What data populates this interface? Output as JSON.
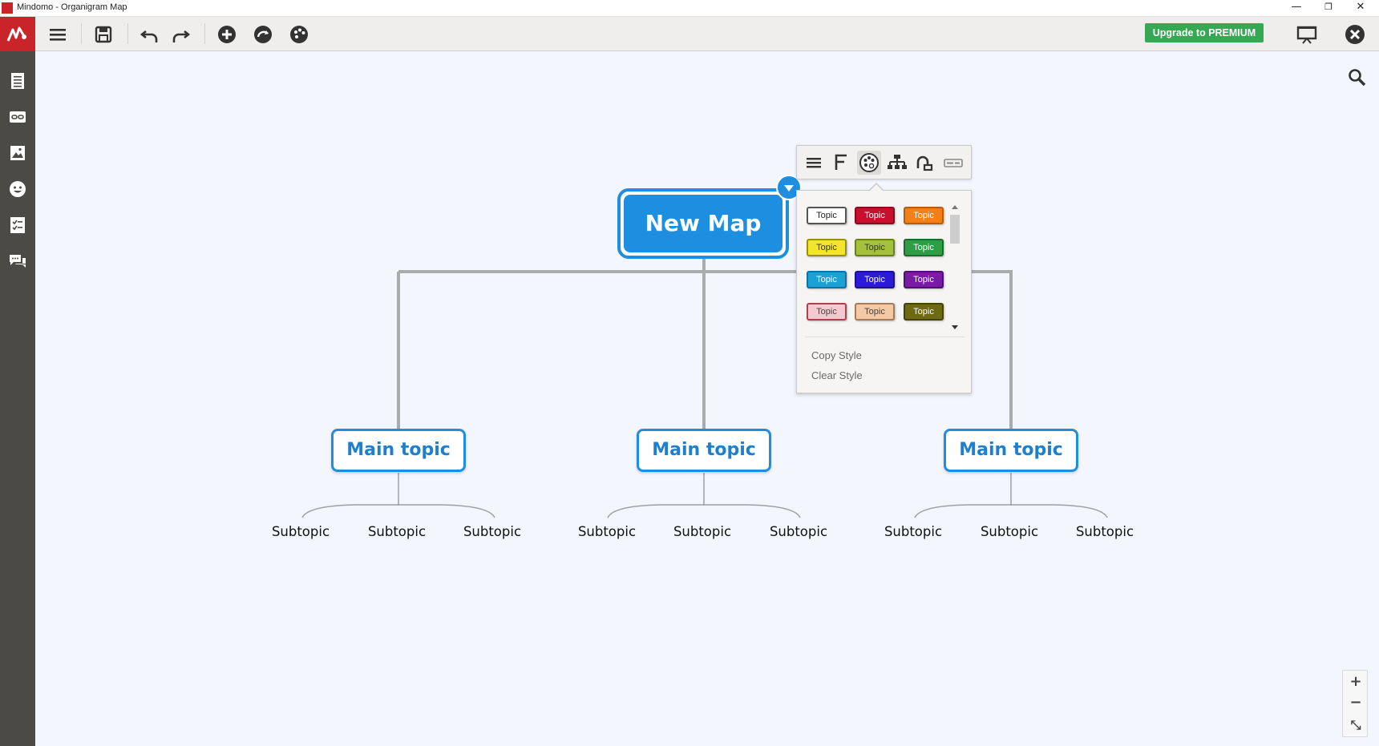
{
  "window": {
    "title": "Mindomo - Organigram Map",
    "minimize_glyph": "—",
    "restore_glyph": "❐",
    "close_glyph": "✕"
  },
  "toolbar": {
    "upgrade_label": "Upgrade to PREMIUM",
    "icons": [
      "app-logo-icon",
      "menu-icon",
      "save-icon",
      "undo-icon",
      "redo-icon",
      "add-topic-icon",
      "add-relationship-icon",
      "theme-icon",
      "presentation-icon",
      "close-map-icon"
    ],
    "accent_color": "#c8242a",
    "upgrade_color": "#36a853"
  },
  "sidebar": {
    "icons": [
      "notes-icon",
      "link-icon",
      "image-icon",
      "emoji-icon",
      "task-icon",
      "comments-icon"
    ]
  },
  "map": {
    "root": {
      "label": "New Map",
      "color": "#1e8fe0"
    },
    "main_topics": [
      {
        "label": "Main topic",
        "subtopics": [
          "Subtopic",
          "Subtopic",
          "Subtopic"
        ]
      },
      {
        "label": "Main topic",
        "subtopics": [
          "Subtopic",
          "Subtopic",
          "Subtopic"
        ]
      },
      {
        "label": "Main topic",
        "subtopics": [
          "Subtopic",
          "Subtopic",
          "Subtopic"
        ]
      }
    ]
  },
  "style_popup": {
    "tabs": [
      "format-list-icon",
      "font-icon",
      "palette-icon",
      "layout-icon",
      "connector-icon",
      "shape-icon"
    ],
    "active_tab": "palette-icon",
    "swatches": [
      {
        "label": "Topic",
        "bg": "#ffffff",
        "fg": "#222222",
        "border": "#555555"
      },
      {
        "label": "Topic",
        "bg": "#c8102e",
        "fg": "#ffffff",
        "border": "#8a0b1f"
      },
      {
        "label": "Topic",
        "bg": "#f57f17",
        "fg": "#ffffff",
        "border": "#b55c0d"
      },
      {
        "label": "Topic",
        "bg": "#f2e52b",
        "fg": "#333333",
        "border": "#9a8f10"
      },
      {
        "label": "Topic",
        "bg": "#a3c13a",
        "fg": "#333333",
        "border": "#6b7e22"
      },
      {
        "label": "Topic",
        "bg": "#2e9e45",
        "fg": "#ffffff",
        "border": "#1c6b2d"
      },
      {
        "label": "Topic",
        "bg": "#1ba1d6",
        "fg": "#ffffff",
        "border": "#10739b"
      },
      {
        "label": "Topic",
        "bg": "#2b1bd6",
        "fg": "#ffffff",
        "border": "#1a1090"
      },
      {
        "label": "Topic",
        "bg": "#7a1ba8",
        "fg": "#ffffff",
        "border": "#4f1070"
      },
      {
        "label": "Topic",
        "bg": "#f6c9d1",
        "fg": "#444444",
        "border": "#b0404e"
      },
      {
        "label": "Topic",
        "bg": "#f4c9a6",
        "fg": "#444444",
        "border": "#a87a55"
      },
      {
        "label": "Topic",
        "bg": "#6e6a14",
        "fg": "#ffffff",
        "border": "#45420a"
      }
    ],
    "actions": {
      "copy": "Copy Style",
      "clear": "Clear Style"
    }
  },
  "canvas_controls": {
    "search_icon": "search-icon",
    "zoom_in": "+",
    "zoom_out": "−",
    "fit": "⤡"
  }
}
